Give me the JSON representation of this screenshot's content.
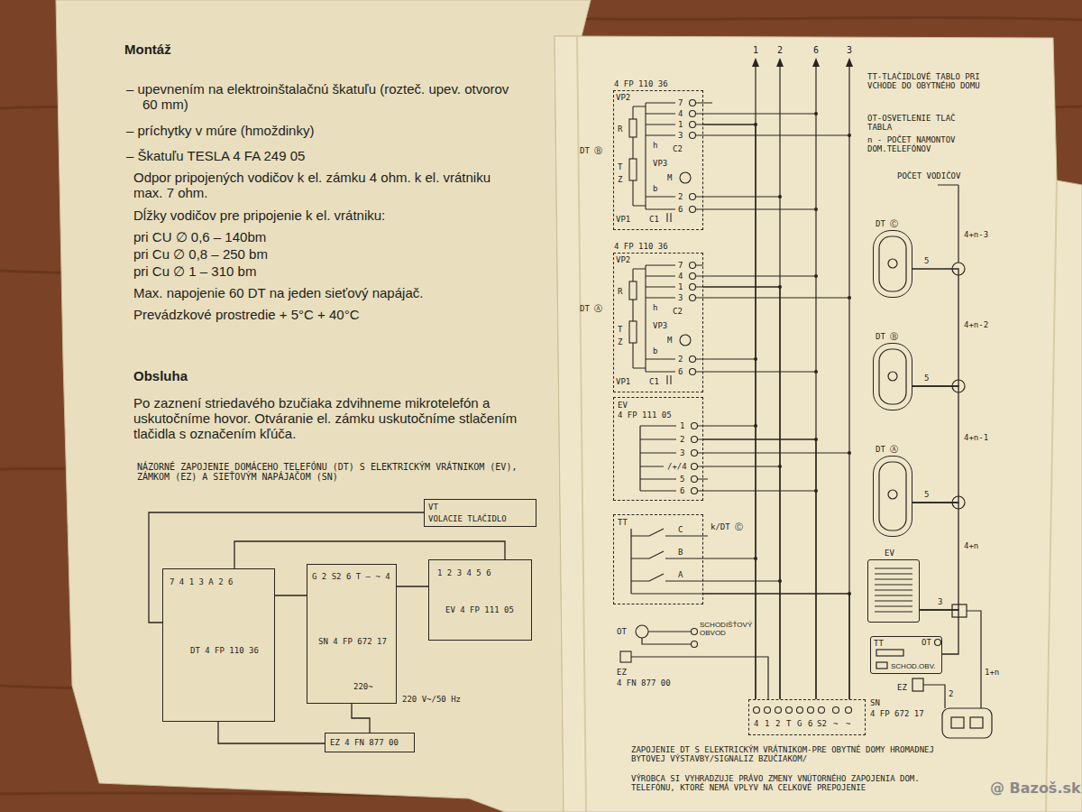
{
  "diagram": {
    "nodes": [
      {
        "text": [
          "DT 4 FP 110 36"
        ]
      },
      {
        "text": [
          "SN 4 FP 672 17"
        ]
      },
      {
        "text": [
          "EV 4 FP 111 05"
        ]
      },
      {
        "text": [
          "VT",
          "VOLACIE TLAČIDLO"
        ]
      },
      {
        "text": [
          "EZ 4 FN 877 00"
        ]
      },
      {
        "text": [
          "DT Ⓑ",
          "4 FP 110 36"
        ]
      },
      {
        "text": [
          "DT Ⓐ",
          "4 FP 110 36"
        ]
      },
      {
        "text": [
          "EV",
          "4 FP 111 05"
        ]
      },
      {
        "text": [
          "TT"
        ]
      },
      {
        "text": [
          "SN",
          "4 FP 672 17"
        ]
      },
      {
        "text": [
          "DT Ⓒ"
        ]
      },
      {
        "text": [
          "DT Ⓑ"
        ]
      },
      {
        "text": [
          "DT Ⓐ"
        ]
      },
      {
        "text": [
          "EV"
        ]
      },
      {
        "text": [
          "TT"
        ]
      }
    ],
    "edges": [
      {
        "from": 0,
        "to": 1,
        "arrow": "none"
      },
      {
        "from": 1,
        "to": 2,
        "arrow": "none"
      },
      {
        "from": 0,
        "to": 2,
        "arrow": "none"
      },
      {
        "from": 3,
        "to": 0,
        "arrow": "none"
      },
      {
        "from": 4,
        "to": 1,
        "arrow": "none"
      },
      {
        "from": 4,
        "to": 0,
        "arrow": "none"
      },
      {
        "from": 5,
        "to": 9,
        "arrow": "none"
      },
      {
        "from": 6,
        "to": 9,
        "arrow": "none"
      },
      {
        "from": 7,
        "to": 9,
        "arrow": "none"
      },
      {
        "from": 8,
        "to": 9,
        "arrow": "none"
      },
      {
        "from": 10,
        "to": 11,
        "arrow": "none"
      },
      {
        "from": 11,
        "to": 12,
        "arrow": "none"
      },
      {
        "from": 12,
        "to": 13,
        "arrow": "none"
      },
      {
        "from": 13,
        "to": 14,
        "arrow": "none"
      }
    ],
    "labels": [
      "Montáž",
      "– upevnením na elektroinštalačnú škatuľu (rozteč. upev. otvorov 60 mm)",
      "– príchytky v múre (hmoždinky)",
      "– Škatuľu TESLA 4 FA 249 05",
      "Odpor pripojených vodičov k el. zámku 4 ohm. k el. vrátniku max. 7 ohm.",
      "Dĺžky vodičov pre pripojenie k el. vrátniku:",
      "pri CU ∅ 0,6 – 140bm",
      "pri Cu ∅ 0,8 – 250 bm",
      "pri Cu ∅ 1 – 310 bm",
      "Max. napojenie 60 DT na jeden sieťový napájač.",
      "Prevádzkové prostredie + 5°C + 40°C",
      "Obsluha",
      "Po zaznení striedavého bzučiaka zdvihneme mikrotelefón a uskutočníme hovor. Otváranie el. zámku uskutočníme stlačením tlačidla s označením kľúča.",
      "NÁZORNÉ ZAPOJENIE DOMÁCEHO TELEFÓNU (DT) S ELEKTRICKÝM VRÁTNIKOM (EV), ZÁMKOM (EZ) A SIEŤOVÝM NAPÁJAČOM (SN)",
      "7 4 1 3 A 2 6",
      "G 2 S2 6 T – ~ 4",
      "220~",
      "220 V~/50 Hz",
      "1 2 3 4 5 6",
      "1",
      "2",
      "6",
      "3",
      "VP2",
      "R",
      "T",
      "Z",
      "h",
      "C2",
      "VP3",
      "M",
      "b",
      "VP1",
      "C1",
      "7",
      "4",
      "1",
      "3",
      "2",
      "6",
      "VP2",
      "R",
      "T",
      "Z",
      "h",
      "C2",
      "VP3",
      "M",
      "b",
      "VP1",
      "C1",
      "7",
      "4",
      "1",
      "3",
      "2",
      "6",
      "1",
      "2",
      "3",
      "/+/4",
      "5",
      "6",
      "C",
      "B",
      "A",
      "k/DT Ⓒ",
      "OT",
      "SCHODIŠŤOVÝ OBVOD",
      "EZ",
      "4 FN 877 00",
      "4",
      "1",
      "2",
      "T",
      "G",
      "6",
      "S2",
      "~",
      "~",
      "TT-TLAČIDLOVÉ TABLO PRI VCHODE DO OBYTNÉHO DOMU",
      "OT-OSVETLENIE TLAČ TABLA",
      "n - POČET NAMONTOV DOM.TELEFÓNOV",
      "POČET VODIČOV",
      "5",
      "5",
      "5",
      "4+n-3",
      "4+n-2",
      "4+n-1",
      "4+n",
      "3",
      "OT",
      "SCHOD.OBV.",
      "1+n",
      "EZ",
      "2",
      "ZAPOJENIE DT S ELEKTRICKÝM VRÁTNIKOM-PRE OBYTNÉ DOMY HROMADNEJ BYTOVEJ VÝSTAVBY/SIGNALIZ BZUČIAKOM/",
      "VÝROBCA SI VYHRADZUJE PRÁVO ZMENY VNÚTORNÉHO ZAPOJENIA DOM. TELEFÓNU, KTORÉ NEMÁ VPLYV NA CELKOVÉ PREPOJENIE",
      "@ Bazoš.sk"
    ]
  }
}
